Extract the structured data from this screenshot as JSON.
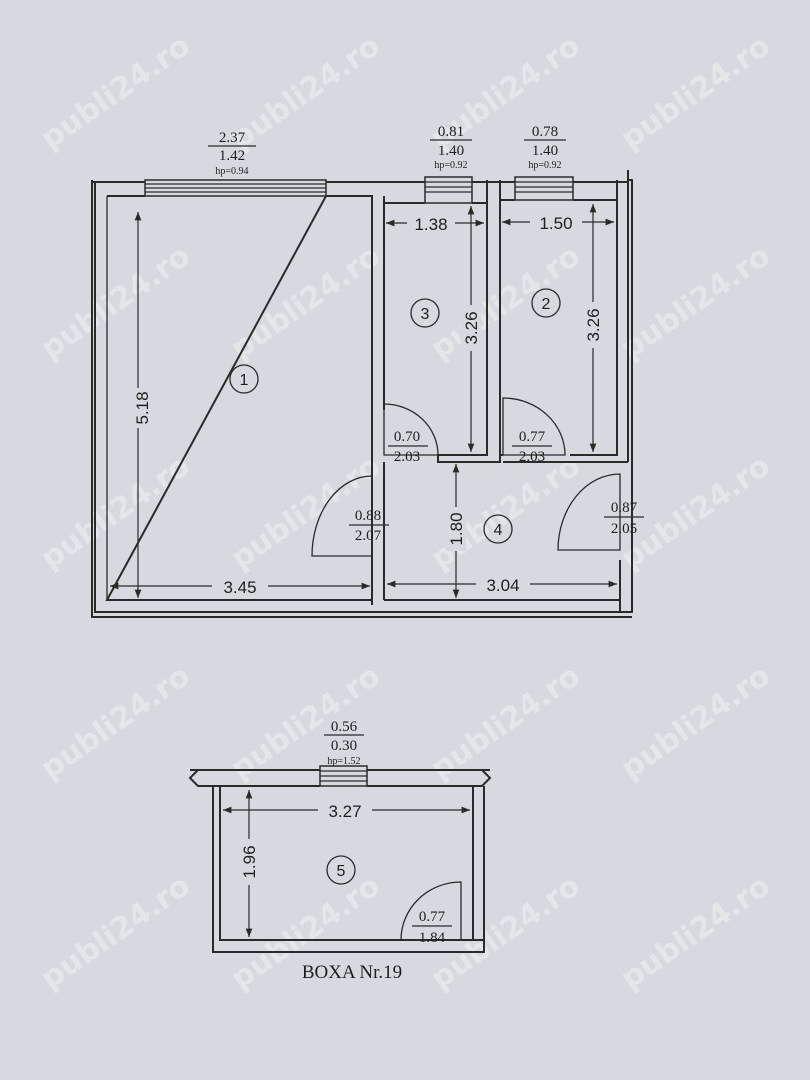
{
  "windows": [
    {
      "width": "2.37",
      "height": "1.42",
      "sill": "hp=0.94"
    },
    {
      "width": "0.81",
      "height": "1.40",
      "sill": "hp=0.92"
    },
    {
      "width": "0.78",
      "height": "1.40",
      "sill": "hp=0.92"
    },
    {
      "width": "0.56",
      "height": "0.30",
      "sill": "hp=1.52"
    }
  ],
  "doors": [
    {
      "width": "0.70",
      "height": "2.03"
    },
    {
      "width": "0.77",
      "height": "2.03"
    },
    {
      "width": "0.88",
      "height": "2.07"
    },
    {
      "width": "0.87",
      "height": "2.05"
    },
    {
      "width": "0.77",
      "height": "1.84"
    }
  ],
  "rooms": [
    {
      "number": "1",
      "width": "3.45",
      "length": "5.18"
    },
    {
      "number": "2",
      "width": "1.50",
      "length": "3.26"
    },
    {
      "number": "3",
      "width": "1.38",
      "length": "3.26"
    },
    {
      "number": "4",
      "width": "3.04",
      "length": "1.80"
    },
    {
      "number": "5",
      "width": "3.27",
      "length": "1.96"
    }
  ],
  "storage_caption": "BOXA Nr.19",
  "watermark": "publi24.ro"
}
